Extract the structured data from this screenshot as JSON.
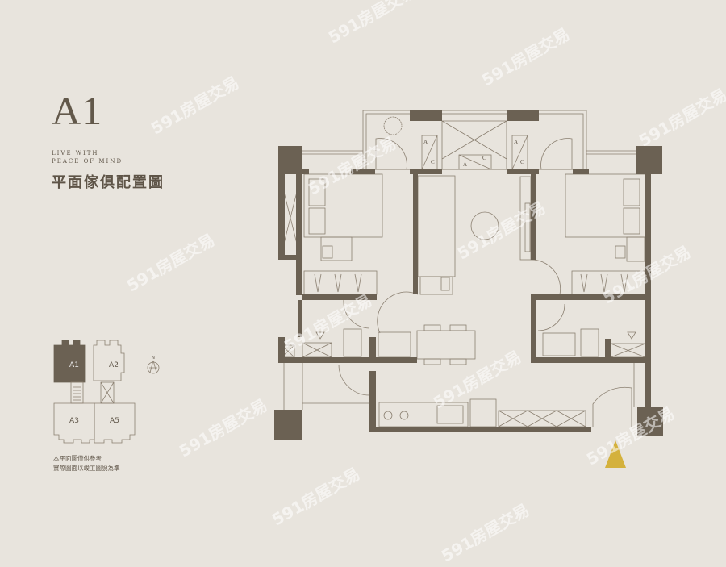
{
  "unit_label": "A1",
  "tagline_1": "LIVE WITH",
  "tagline_2": "PEACE OF MIND",
  "subtitle": "平面傢俱配置圖",
  "keyplan": {
    "units": [
      "A1",
      "A2",
      "A3",
      "A5"
    ],
    "highlighted": "A1",
    "north_label": "N"
  },
  "notes": [
    "本平面圖僅供參考",
    "實際圖面以竣工圖說為準"
  ],
  "plan_labels": {
    "a": "A",
    "c": "C"
  },
  "watermark": "591房屋交易",
  "colors": {
    "background": "#e8e4dd",
    "wall": "#6b6153",
    "line": "#8a7f70",
    "logo": "#d4b13c"
  }
}
